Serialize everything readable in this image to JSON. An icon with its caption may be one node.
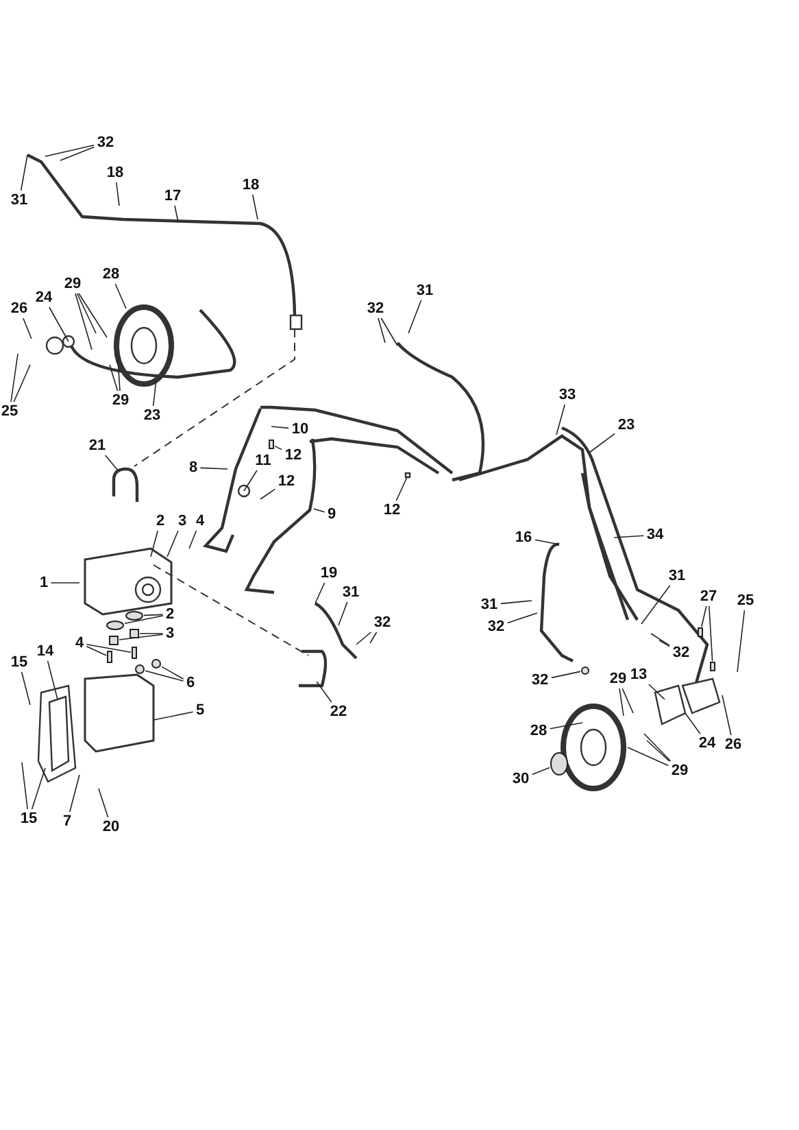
{
  "diagram": {
    "nodes": [
      {
        "text": [
          "32"
        ]
      },
      {
        "text": [
          "31"
        ]
      },
      {
        "text": [
          "18"
        ]
      },
      {
        "text": [
          "17"
        ]
      },
      {
        "text": [
          "18"
        ]
      },
      {
        "text": [
          "28"
        ]
      },
      {
        "text": [
          "29"
        ]
      },
      {
        "text": [
          "26"
        ]
      },
      {
        "text": [
          "24"
        ]
      },
      {
        "text": [
          "25"
        ]
      },
      {
        "text": [
          "29"
        ]
      },
      {
        "text": [
          "23"
        ]
      },
      {
        "text": [
          "21"
        ]
      },
      {
        "text": [
          "10"
        ]
      },
      {
        "text": [
          "12"
        ]
      },
      {
        "text": [
          "8"
        ]
      },
      {
        "text": [
          "11"
        ]
      },
      {
        "text": [
          "12"
        ]
      },
      {
        "text": [
          "12"
        ]
      },
      {
        "text": [
          "9"
        ]
      },
      {
        "text": [
          "2"
        ]
      },
      {
        "text": [
          "3"
        ]
      },
      {
        "text": [
          "4"
        ]
      },
      {
        "text": [
          "1"
        ]
      },
      {
        "text": [
          "2"
        ]
      },
      {
        "text": [
          "3"
        ]
      },
      {
        "text": [
          "4"
        ]
      },
      {
        "text": [
          "15"
        ]
      },
      {
        "text": [
          "14"
        ]
      },
      {
        "text": [
          "6"
        ]
      },
      {
        "text": [
          "5"
        ]
      },
      {
        "text": [
          "15"
        ]
      },
      {
        "text": [
          "7"
        ]
      },
      {
        "text": [
          "20"
        ]
      },
      {
        "text": [
          "19"
        ]
      },
      {
        "text": [
          "31"
        ]
      },
      {
        "text": [
          "32"
        ]
      },
      {
        "text": [
          "22"
        ]
      },
      {
        "text": [
          "32"
        ]
      },
      {
        "text": [
          "31"
        ]
      },
      {
        "text": [
          "33"
        ]
      },
      {
        "text": [
          "23"
        ]
      },
      {
        "text": [
          "16"
        ]
      },
      {
        "text": [
          "34"
        ]
      },
      {
        "text": [
          "31"
        ]
      },
      {
        "text": [
          "27"
        ]
      },
      {
        "text": [
          "25"
        ]
      },
      {
        "text": [
          "31"
        ]
      },
      {
        "text": [
          "32"
        ]
      },
      {
        "text": [
          "32"
        ]
      },
      {
        "text": [
          "32"
        ]
      },
      {
        "text": [
          "29"
        ]
      },
      {
        "text": [
          "13"
        ]
      },
      {
        "text": [
          "28"
        ]
      },
      {
        "text": [
          "24"
        ]
      },
      {
        "text": [
          "26"
        ]
      },
      {
        "text": [
          "30"
        ]
      },
      {
        "text": [
          "29"
        ]
      },
      {
        "text": [],
        "shape": "circle"
      },
      {
        "text": [],
        "shape": "circle"
      },
      {
        "text": [],
        "shape": "box"
      },
      {
        "text": [],
        "shape": "box"
      },
      {
        "text": [],
        "shape": "box"
      },
      {
        "text": [],
        "shape": "box"
      },
      {
        "text": [],
        "shape": "circle"
      },
      {
        "text": [],
        "shape": "circle"
      },
      {
        "text": [],
        "shape": "box"
      },
      {
        "text": [],
        "shape": "box"
      },
      {
        "text": [],
        "shape": "circle"
      },
      {
        "text": [],
        "shape": "circle"
      },
      {
        "text": [],
        "shape": "box"
      }
    ],
    "edges": [
      {
        "from": 0,
        "to": null,
        "arrow": "none"
      },
      {
        "from": 0,
        "to": null,
        "arrow": "none"
      },
      {
        "from": 1,
        "to": null,
        "arrow": "none"
      },
      {
        "from": 2,
        "to": null,
        "arrow": "none"
      },
      {
        "from": 3,
        "to": null,
        "arrow": "none"
      },
      {
        "from": 4,
        "to": null,
        "arrow": "none"
      },
      {
        "from": 5,
        "to": null,
        "arrow": "none"
      },
      {
        "from": 6,
        "to": null,
        "arrow": "none"
      },
      {
        "from": 6,
        "to": null,
        "arrow": "none"
      },
      {
        "from": 6,
        "to": null,
        "arrow": "none"
      },
      {
        "from": 7,
        "to": null,
        "arrow": "none"
      },
      {
        "from": 8,
        "to": null,
        "arrow": "none"
      },
      {
        "from": 9,
        "to": null,
        "arrow": "none"
      },
      {
        "from": 9,
        "to": null,
        "arrow": "none"
      },
      {
        "from": 10,
        "to": null,
        "arrow": "none"
      },
      {
        "from": 10,
        "to": null,
        "arrow": "none"
      },
      {
        "from": 11,
        "to": null,
        "arrow": "none"
      },
      {
        "from": 12,
        "to": null,
        "arrow": "none"
      },
      {
        "from": 13,
        "to": null,
        "arrow": "none"
      },
      {
        "from": 14,
        "to": 70,
        "arrow": "none"
      },
      {
        "from": 15,
        "to": null,
        "arrow": "none"
      },
      {
        "from": 16,
        "to": null,
        "arrow": "none"
      },
      {
        "from": 17,
        "to": null,
        "arrow": "none"
      },
      {
        "from": 18,
        "to": null,
        "arrow": "none"
      },
      {
        "from": 19,
        "to": null,
        "arrow": "none"
      },
      {
        "from": 20,
        "to": null,
        "arrow": "none"
      },
      {
        "from": 21,
        "to": null,
        "arrow": "none"
      },
      {
        "from": 22,
        "to": null,
        "arrow": "none"
      },
      {
        "from": 23,
        "to": null,
        "arrow": "none"
      },
      {
        "from": 24,
        "to": 58,
        "arrow": "none"
      },
      {
        "from": 24,
        "to": 59,
        "arrow": "none"
      },
      {
        "from": 25,
        "to": 60,
        "arrow": "none"
      },
      {
        "from": 25,
        "to": 61,
        "arrow": "none"
      },
      {
        "from": 26,
        "to": 62,
        "arrow": "none"
      },
      {
        "from": 26,
        "to": 63,
        "arrow": "none"
      },
      {
        "from": 27,
        "to": null,
        "arrow": "none"
      },
      {
        "from": 28,
        "to": null,
        "arrow": "none"
      },
      {
        "from": 29,
        "to": 64,
        "arrow": "none"
      },
      {
        "from": 29,
        "to": 65,
        "arrow": "none"
      },
      {
        "from": 30,
        "to": null,
        "arrow": "none"
      },
      {
        "from": 31,
        "to": null,
        "arrow": "none"
      },
      {
        "from": 31,
        "to": null,
        "arrow": "none"
      },
      {
        "from": 32,
        "to": null,
        "arrow": "none"
      },
      {
        "from": 33,
        "to": null,
        "arrow": "none"
      },
      {
        "from": 34,
        "to": null,
        "arrow": "none"
      },
      {
        "from": 35,
        "to": null,
        "arrow": "none"
      },
      {
        "from": 36,
        "to": null,
        "arrow": "none"
      },
      {
        "from": 36,
        "to": null,
        "arrow": "none"
      },
      {
        "from": 37,
        "to": null,
        "arrow": "none"
      },
      {
        "from": 38,
        "to": null,
        "arrow": "none"
      },
      {
        "from": 38,
        "to": null,
        "arrow": "none"
      },
      {
        "from": 39,
        "to": null,
        "arrow": "none"
      },
      {
        "from": 40,
        "to": null,
        "arrow": "none"
      },
      {
        "from": 41,
        "to": null,
        "arrow": "none"
      },
      {
        "from": 42,
        "to": null,
        "arrow": "none"
      },
      {
        "from": 43,
        "to": null,
        "arrow": "none"
      },
      {
        "from": 44,
        "to": null,
        "arrow": "none"
      },
      {
        "from": 45,
        "to": 66,
        "arrow": "none"
      },
      {
        "from": 45,
        "to": 67,
        "arrow": "none"
      },
      {
        "from": 46,
        "to": null,
        "arrow": "none"
      },
      {
        "from": 47,
        "to": null,
        "arrow": "none"
      },
      {
        "from": 48,
        "to": null,
        "arrow": "none"
      },
      {
        "from": 49,
        "to": null,
        "arrow": "none"
      },
      {
        "from": 49,
        "to": null,
        "arrow": "none"
      },
      {
        "from": 50,
        "to": 68,
        "arrow": "none"
      },
      {
        "from": 51,
        "to": null,
        "arrow": "none"
      },
      {
        "from": 51,
        "to": null,
        "arrow": "none"
      },
      {
        "from": 52,
        "to": null,
        "arrow": "none"
      },
      {
        "from": 53,
        "to": null,
        "arrow": "none"
      },
      {
        "from": 54,
        "to": null,
        "arrow": "none"
      },
      {
        "from": 55,
        "to": null,
        "arrow": "none"
      },
      {
        "from": 56,
        "to": 69,
        "arrow": "none"
      },
      {
        "from": 57,
        "to": null,
        "arrow": "none"
      },
      {
        "from": 57,
        "to": null,
        "arrow": "none"
      },
      {
        "from": 57,
        "to": null,
        "arrow": "none"
      }
    ]
  }
}
